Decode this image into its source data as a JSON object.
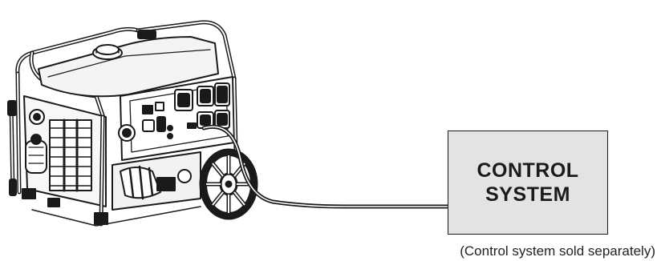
{
  "control_box": {
    "line1": "CONTROL",
    "line2": "SYSTEM",
    "fill": "#e3e3e3",
    "border": "#1a1a1a"
  },
  "caption": "(Control system sold separately)",
  "cable_color": "#1a1a1a",
  "icons": [
    "generator-icon",
    "wheel-icon",
    "control-cable"
  ]
}
